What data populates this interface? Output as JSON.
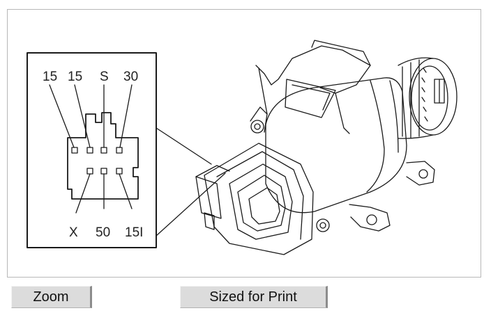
{
  "diagram": {
    "pins_top": [
      "15",
      "15",
      "S",
      "30"
    ],
    "pins_bottom": [
      "X",
      "50",
      "15I"
    ]
  },
  "buttons": {
    "zoom_label": "Zoom",
    "print_label": "Sized for Print"
  }
}
